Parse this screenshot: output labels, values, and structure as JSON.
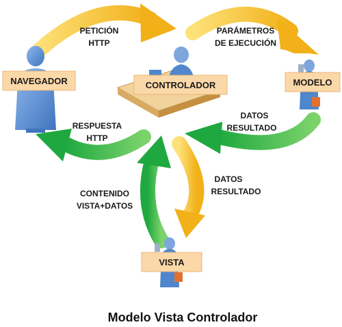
{
  "nodes": {
    "navegador": "NAVEGADOR",
    "controlador": "CONTROLADOR",
    "modelo": "MODELO",
    "vista": "VISTA"
  },
  "arrows": {
    "peticion": [
      "PETICIÓN",
      "HTTP"
    ],
    "parametros": [
      "PARÁMETROS",
      "DE EJECUCIÓN"
    ],
    "datos_modelo": [
      "DATOS",
      "RESULTADO"
    ],
    "respuesta": [
      "RESPUESTA",
      "HTTP"
    ],
    "contenido": [
      "CONTENIDO",
      "VISTA+DATOS"
    ],
    "datos_vista": [
      "DATOS",
      "RESULTADO"
    ]
  },
  "caption": "Modelo Vista Controlador",
  "colors": {
    "request_arrow": "#f6c02a",
    "response_arrow": "#2db84a",
    "node_label_bg": "#fbd8a8",
    "person_body": "#5b8fd1",
    "desk": "#f1d39c"
  },
  "icons": [
    "user-icon",
    "operator-desk-icon",
    "monitor-icon",
    "briefcase-icon"
  ]
}
